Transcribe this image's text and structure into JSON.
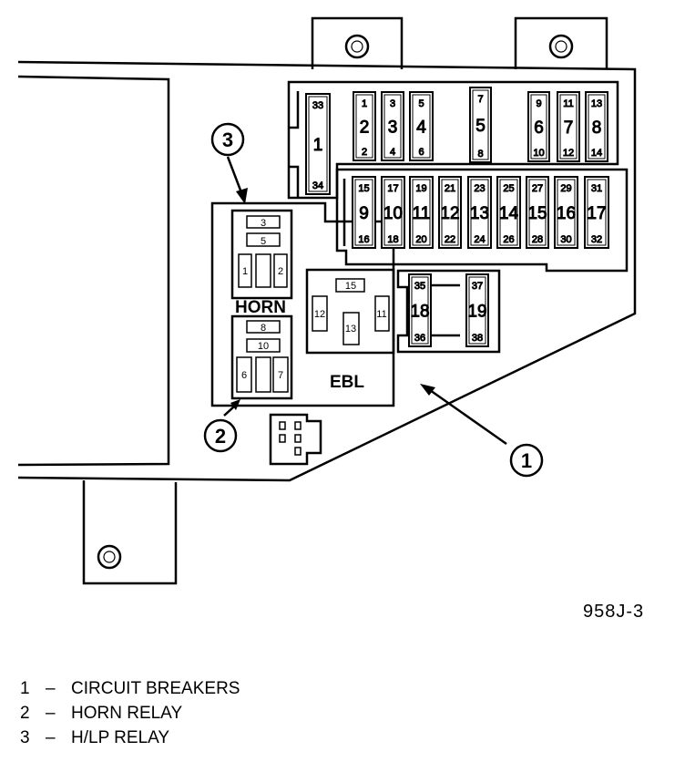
{
  "figure_id": "958J-3",
  "fuses": [
    {
      "big": "1",
      "top": "33",
      "bottom": "34"
    },
    {
      "big": "2",
      "top": "1",
      "bottom": "2"
    },
    {
      "big": "3",
      "top": "3",
      "bottom": "4"
    },
    {
      "big": "4",
      "top": "5",
      "bottom": "6"
    },
    {
      "big": "5",
      "top": "7",
      "bottom": "8"
    },
    {
      "big": "6",
      "top": "9",
      "bottom": "10"
    },
    {
      "big": "7",
      "top": "11",
      "bottom": "12"
    },
    {
      "big": "8",
      "top": "13",
      "bottom": "14"
    },
    {
      "big": "9",
      "top": "15",
      "bottom": "16"
    },
    {
      "big": "10",
      "top": "17",
      "bottom": "18"
    },
    {
      "big": "11",
      "top": "19",
      "bottom": "20"
    },
    {
      "big": "12",
      "top": "21",
      "bottom": "22"
    },
    {
      "big": "13",
      "top": "23",
      "bottom": "24"
    },
    {
      "big": "14",
      "top": "25",
      "bottom": "26"
    },
    {
      "big": "15",
      "top": "27",
      "bottom": "28"
    },
    {
      "big": "16",
      "top": "29",
      "bottom": "30"
    },
    {
      "big": "17",
      "top": "31",
      "bottom": "32"
    },
    {
      "big": "18",
      "top": "35",
      "bottom": "36"
    },
    {
      "big": "19",
      "top": "37",
      "bottom": "38"
    }
  ],
  "relays": {
    "upper": {
      "pin_a": "3",
      "pin_b": "5",
      "pin_c": "1",
      "pin_d": "2"
    },
    "lower": {
      "pin_a": "8",
      "pin_b": "10",
      "pin_c": "6",
      "pin_d": "7"
    },
    "horn_label": "HORN"
  },
  "ebl": {
    "label": "EBL",
    "top": "15",
    "left": "12",
    "center": "13",
    "right": "11"
  },
  "callouts": [
    "3",
    "2",
    "1"
  ],
  "legend": [
    {
      "num": "1",
      "dash": "–",
      "text": "CIRCUIT BREAKERS"
    },
    {
      "num": "2",
      "dash": "–",
      "text": "HORN RELAY"
    },
    {
      "num": "3",
      "dash": "–",
      "text": "H/LP RELAY"
    }
  ]
}
